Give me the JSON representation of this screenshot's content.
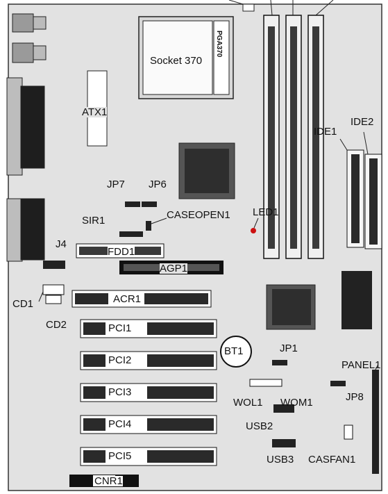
{
  "labels": {
    "socket": "Socket 370",
    "pga": "PGA370",
    "atx": "ATX1",
    "ide1": "IDE1",
    "ide2": "IDE2",
    "jp7": "JP7",
    "jp6": "JP6",
    "caseopen": "CASEOPEN1",
    "sir": "SIR1",
    "led": "LED1",
    "fdd": "FDD1",
    "j4": "J4",
    "agp": "AGP1",
    "cd1": "CD1",
    "acr": "ACR1",
    "cd2": "CD2",
    "pci1": "PCI1",
    "bt": "BT1",
    "jp1": "JP1",
    "panel": "PANEL1",
    "pci2": "PCI2",
    "pci3": "PCI3",
    "wol": "WOL1",
    "wom": "WOM1",
    "jp8": "JP8",
    "usb2": "USB2",
    "pci4": "PCI4",
    "casfan": "CASFAN1",
    "usb3": "USB3",
    "pci5": "PCI5",
    "cnr": "CNR1"
  },
  "colors": {
    "board": "#dcdcdc",
    "outline": "#222222",
    "slot": "#111111",
    "slot_fill": "#f4f4f4",
    "chip_dark": "#2a2a2a",
    "led": "#cc1111"
  }
}
